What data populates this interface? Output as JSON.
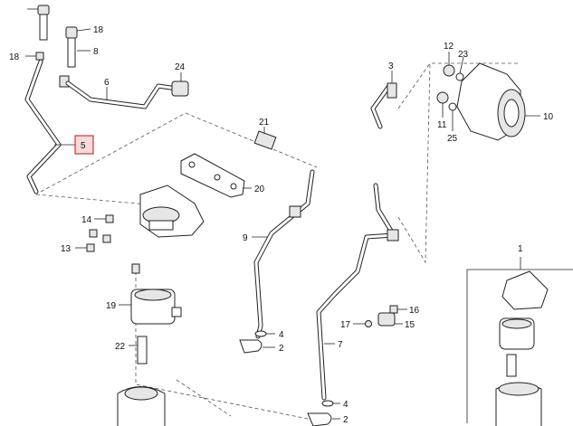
{
  "callouts": {
    "c1": "1",
    "c2a": "2",
    "c2b": "2",
    "c3": "3",
    "c4a": "4",
    "c4b": "4",
    "c5": "5",
    "c6": "6",
    "c7": "7",
    "c8": "8",
    "c9": "9",
    "c10": "10",
    "c11": "11",
    "c12": "12",
    "c13": "13",
    "c14": "14",
    "c15": "15",
    "c16": "16",
    "c17": "17",
    "c18a": "18",
    "c18b": "18",
    "c19": "19",
    "c20": "20",
    "c21": "21",
    "c22": "22",
    "c23": "23",
    "c24": "24",
    "c25": "25"
  },
  "highlighted_callout": "5",
  "colors": {
    "highlight_fill": "#f7dada",
    "highlight_stroke": "#c0393b",
    "line": "#222222"
  }
}
